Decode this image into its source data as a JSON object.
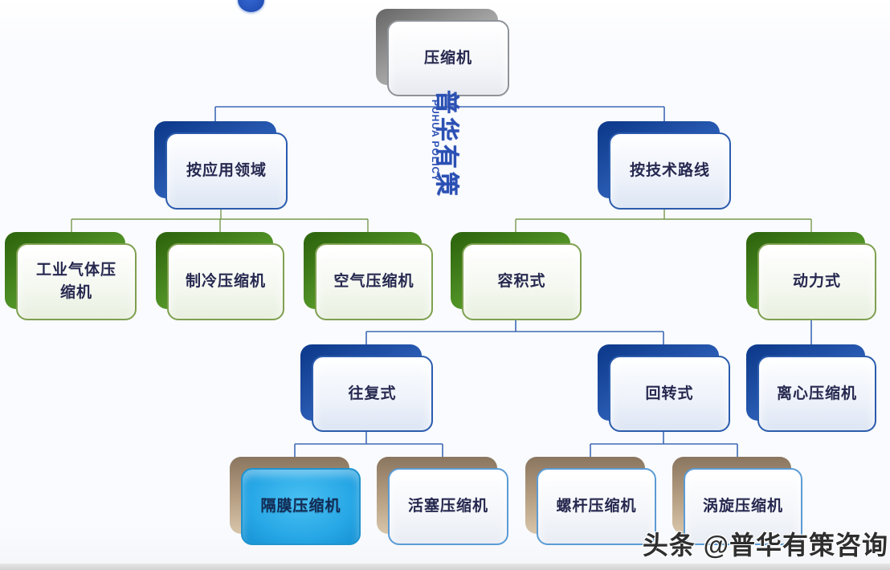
{
  "watermarks": {
    "center_cn": "普华有策",
    "center_en": "PUHUA POLICY",
    "bottom": "头条 @普华有策咨询"
  },
  "colors": {
    "shadow_gray": "#8a8a8a",
    "shadow_blue": "#1d4fa8",
    "shadow_green": "#4c8a24",
    "shadow_tan": "#b09a7e",
    "highlight_cyan": "#27a7e6",
    "connector_blue": "#3f6ab5",
    "connector_green": "#77994d",
    "label_navy": "#26284f",
    "watermark_blue": "#2b50b4"
  },
  "nodes": [
    {
      "label": "压缩机",
      "parent": null,
      "scheme": "gray"
    },
    {
      "label": "按应用领域",
      "parent": "压缩机",
      "scheme": "blue"
    },
    {
      "label": "按技术路线",
      "parent": "压缩机",
      "scheme": "blue"
    },
    {
      "label": "工业气体压\n缩机",
      "parent": "按应用领域",
      "scheme": "green"
    },
    {
      "label": "制冷压缩机",
      "parent": "按应用领域",
      "scheme": "green"
    },
    {
      "label": "空气压缩机",
      "parent": "按应用领域",
      "scheme": "green"
    },
    {
      "label": "容积式",
      "parent": "按技术路线",
      "scheme": "green"
    },
    {
      "label": "动力式",
      "parent": "按技术路线",
      "scheme": "green"
    },
    {
      "label": "往复式",
      "parent": "容积式",
      "scheme": "blue"
    },
    {
      "label": "回转式",
      "parent": "容积式",
      "scheme": "blue"
    },
    {
      "label": "离心压缩机",
      "parent": "动力式",
      "scheme": "blue"
    },
    {
      "label": "隔膜压缩机",
      "parent": "往复式",
      "scheme": "tan",
      "highlighted": true
    },
    {
      "label": "活塞压缩机",
      "parent": "往复式",
      "scheme": "tan"
    },
    {
      "label": "螺杆压缩机",
      "parent": "回转式",
      "scheme": "tan"
    },
    {
      "label": "涡旋压缩机",
      "parent": "回转式",
      "scheme": "tan"
    }
  ]
}
